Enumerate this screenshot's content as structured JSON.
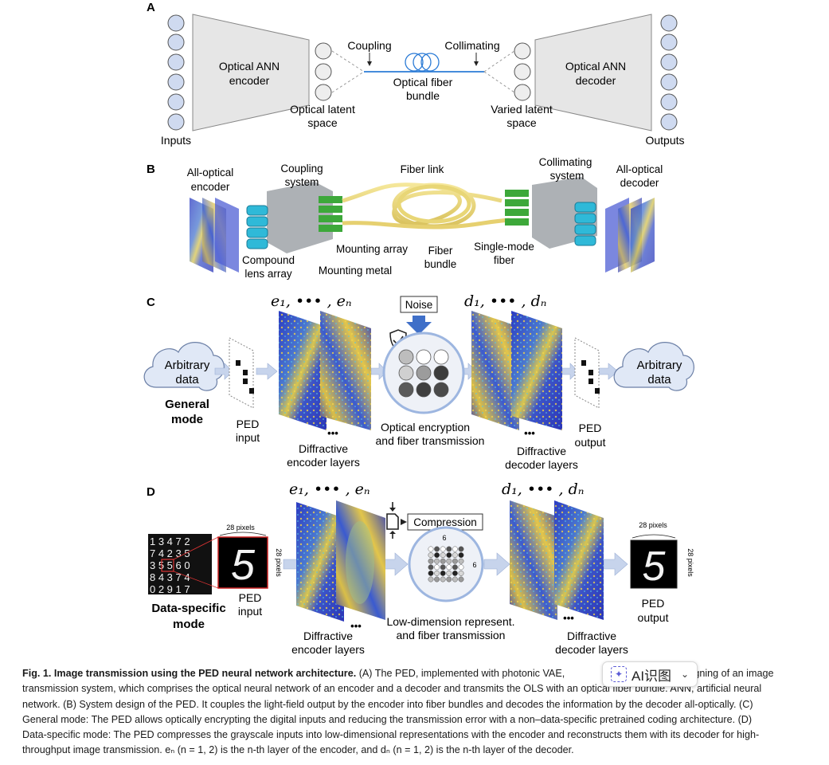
{
  "panels": {
    "A": {
      "letter": "A",
      "encoder": [
        "Optical ANN",
        "encoder"
      ],
      "decoder": [
        "Optical ANN",
        "decoder"
      ],
      "inputs": "Inputs",
      "outputs": "Outputs",
      "coupling": "Coupling",
      "collimating": "Collimating",
      "fiber": [
        "Optical fiber",
        "bundle"
      ],
      "latent": [
        "Optical latent",
        "space"
      ],
      "varied": [
        "Varied latent",
        "space"
      ]
    },
    "B": {
      "letter": "B",
      "enc": [
        "All-optical",
        "encoder"
      ],
      "coupling": [
        "Coupling",
        "system"
      ],
      "fiberlink": "Fiber link",
      "collimating": [
        "Collimating",
        "system"
      ],
      "dec": [
        "All-optical",
        "decoder"
      ],
      "mounting_array": "Mounting array",
      "fiber_bundle": [
        "Fiber",
        "bundle"
      ],
      "smf": [
        "Single-mode",
        "fiber"
      ],
      "compound": [
        "Compound",
        "lens array"
      ],
      "mounting_metal": "Mounting metal"
    },
    "C": {
      "letter": "C",
      "e_label": "e₁, ••• , eₙ",
      "d_label": "d₁, ••• , dₙ",
      "noise": "Noise",
      "arb_left": [
        "Arbitrary",
        "data"
      ],
      "arb_right": [
        "Arbitrary",
        "data"
      ],
      "mode": [
        "General",
        "mode"
      ],
      "ped_input": [
        "PED",
        "input"
      ],
      "enc_layers": [
        "Diffractive",
        "encoder layers"
      ],
      "optical_enc": [
        "Optical encryption",
        "and fiber transmission"
      ],
      "dec_layers": [
        "Diffractive",
        "decoder layers"
      ],
      "ped_output": [
        "PED",
        "output"
      ],
      "dots": "•••"
    },
    "D": {
      "letter": "D",
      "e_label": "e₁, ••• , eₙ",
      "d_label": "d₁, ••• , dₙ",
      "compression": "Compression",
      "px28": "28 pixels",
      "six": "6",
      "mode": [
        "Data-specific",
        "mode"
      ],
      "ped_input": [
        "PED",
        "input"
      ],
      "enc_layers": [
        "Diffractive",
        "encoder layers"
      ],
      "lowdim": [
        "Low-dimension represent.",
        "and fiber transmission"
      ],
      "dec_layers": [
        "Diffractive",
        "decoder layers"
      ],
      "ped_output": [
        "PED",
        "output"
      ],
      "digits": [
        "1 3 4 7 2",
        "7 4 2 3 5",
        "3 5 5 6 0",
        "8 4 3 7 4",
        "0 2 9 1 7"
      ],
      "five": "5",
      "dots": "•••"
    }
  },
  "caption": {
    "title": "Fig. 1. Image transmission using the PED neural network architecture.",
    "lines": [
      " (A) The PED, implemented with photonic VAE, ",
      "nd designing of an image",
      "transmission system, which comprises the optical neural network of an encoder and a decoder and transmits the OLS with an optical fiber bundle. ANN, artificial neural",
      "network. (B) System design of the PED. It couples the light-field output by the encoder into fiber bundles and decodes the information by the decoder all-optically. (C)",
      "General mode: The PED allows optically encrypting the digital inputs and reducing the transmission error with a non–data-specific pretrained coding architecture. (D)",
      "Data-specific mode: The PED compresses the grayscale inputs into low-dimensional representations with the encoder and reconstructs them with its decoder for high-",
      "throughput image transmission. eₙ (n = 1, 2) is the n-th layer of the encoder, and dₙ (n = 1, 2) is the n-th layer of the decoder."
    ]
  },
  "ai_button": {
    "label": "AI识图",
    "icon": "sparkle-icon",
    "chevron": "⌄"
  },
  "colors": {
    "node": "#c9d6ef",
    "trap": "#e6e6e6",
    "layer_blue": "#3b47c9",
    "layer_yellow": "#e8c94a",
    "arrow": "#c7d4ec",
    "fiber": "#2b7bd6"
  }
}
